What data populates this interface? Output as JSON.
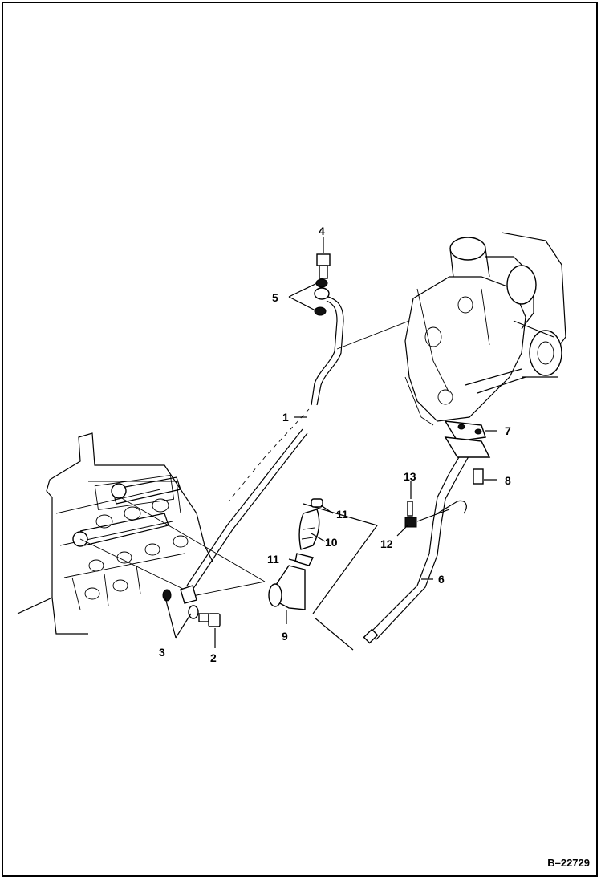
{
  "figure_id": "B–22729",
  "callouts": {
    "c1": "1",
    "c2": "2",
    "c3": "3",
    "c4": "4",
    "c5": "5",
    "c6": "6",
    "c7": "7",
    "c8": "8",
    "c9": "9",
    "c10": "10",
    "c11a": "11",
    "c11b": "11",
    "c12": "12",
    "c13": "13"
  }
}
